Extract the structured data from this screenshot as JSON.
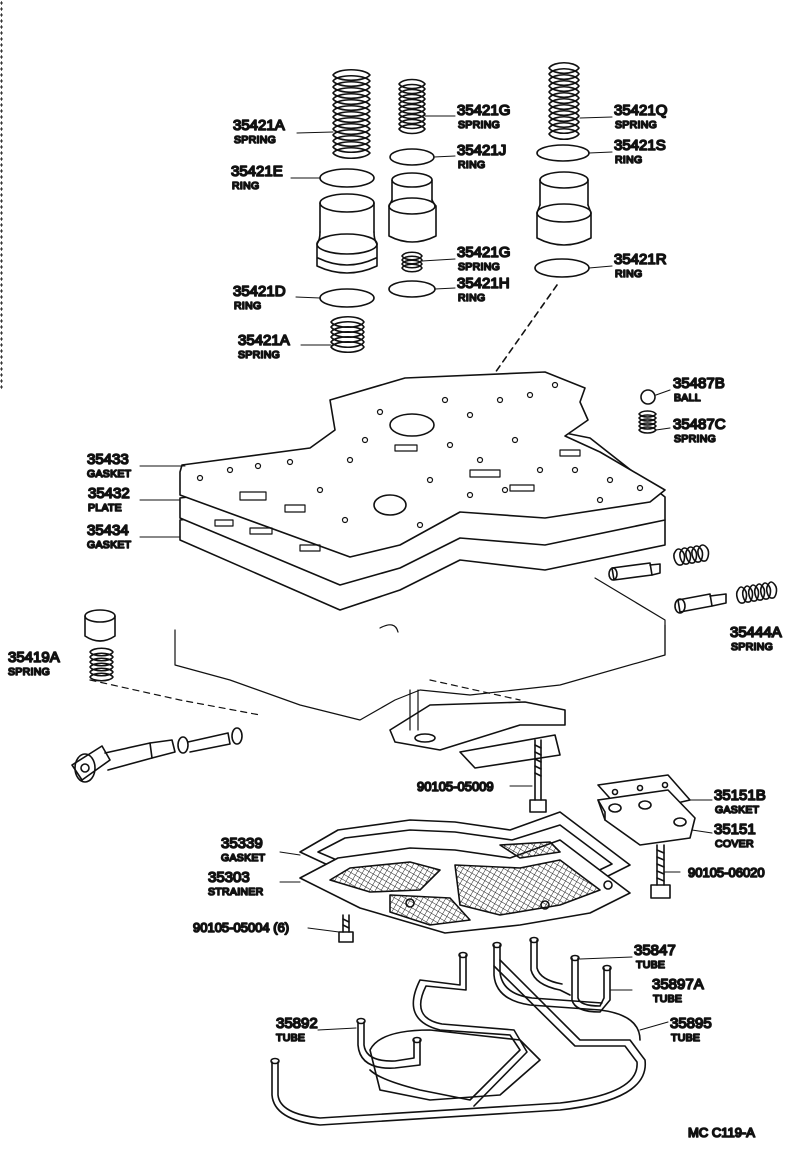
{
  "parts": {
    "p35421A_top": {
      "number": "35421A",
      "name": "SPRING"
    },
    "p35421E": {
      "number": "35421E",
      "name": "RING"
    },
    "p35421D": {
      "number": "35421D",
      "name": "RING"
    },
    "p35421A_bot": {
      "number": "35421A",
      "name": "SPRING"
    },
    "p35421G_top": {
      "number": "35421G",
      "name": "SPRING"
    },
    "p35421J": {
      "number": "35421J",
      "name": "RING"
    },
    "p35421G_mid": {
      "number": "35421G",
      "name": "SPRING"
    },
    "p35421H": {
      "number": "35421H",
      "name": "RING"
    },
    "p35421Q": {
      "number": "35421Q",
      "name": "SPRING"
    },
    "p35421S": {
      "number": "35421S",
      "name": "RING"
    },
    "p35421R": {
      "number": "35421R",
      "name": "RING"
    },
    "p35487B": {
      "number": "35487B",
      "name": "BALL"
    },
    "p35487C": {
      "number": "35487C",
      "name": "SPRING"
    },
    "p35433": {
      "number": "35433",
      "name": "GASKET"
    },
    "p35432": {
      "number": "35432",
      "name": "PLATE"
    },
    "p35434": {
      "number": "35434",
      "name": "GASKET"
    },
    "p35444A": {
      "number": "35444A",
      "name": "SPRING"
    },
    "p35419A": {
      "number": "35419A",
      "name": "SPRING"
    },
    "p90105_05009": {
      "number": "90105-05009",
      "name": ""
    },
    "p35151B": {
      "number": "35151B",
      "name": "GASKET"
    },
    "p35151": {
      "number": "35151",
      "name": "COVER"
    },
    "p35339": {
      "number": "35339",
      "name": "GASKET"
    },
    "p35303": {
      "number": "35303",
      "name": "STRAINER"
    },
    "p90105_06020": {
      "number": "90105-06020",
      "name": ""
    },
    "p90105_05004": {
      "number": "90105-05004 (6)",
      "name": ""
    },
    "p35847": {
      "number": "35847",
      "name": "TUBE"
    },
    "p35897A": {
      "number": "35897A",
      "name": "TUBE"
    },
    "p35892": {
      "number": "35892",
      "name": "TUBE"
    },
    "p35895": {
      "number": "35895",
      "name": "TUBE"
    }
  },
  "reference_code": "MC  C119-A"
}
